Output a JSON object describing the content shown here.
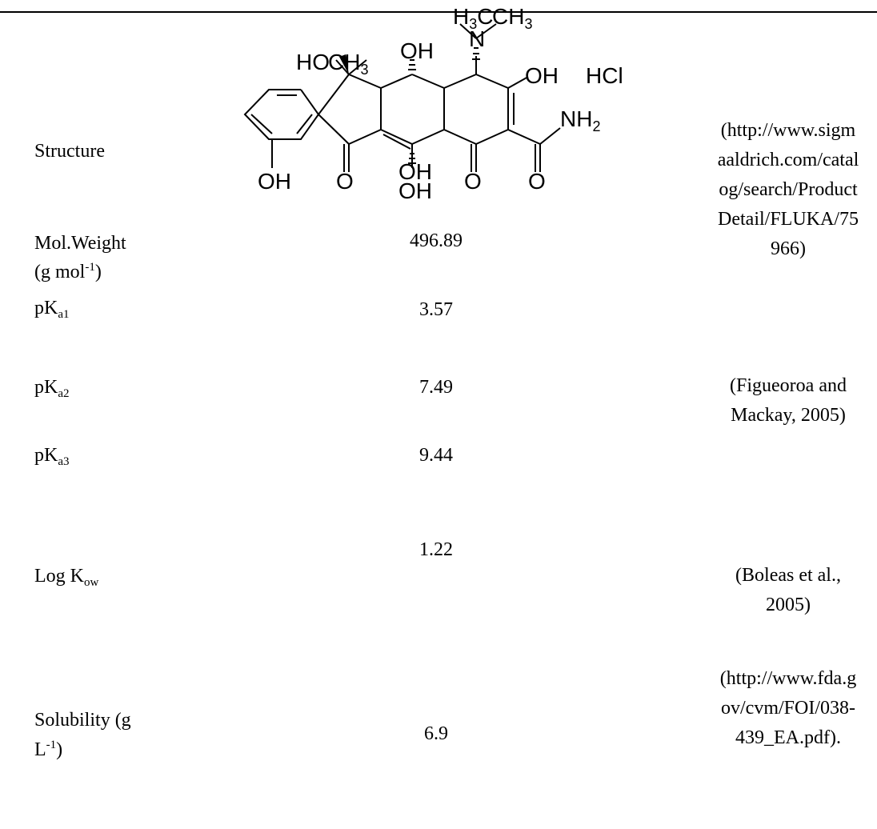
{
  "rows": {
    "structure": {
      "label": "Structure"
    },
    "mol_weight": {
      "label_line1": "Mol.Weight",
      "label_line2_pre": "(g mol",
      "label_line2_sup": "-1",
      "label_line2_post": ")",
      "value": "496.89"
    },
    "pka1": {
      "label_main": "pK",
      "label_sub": "a1",
      "value": "3.57"
    },
    "pka2": {
      "label_main": "pK",
      "label_sub": "a2",
      "value": "7.49"
    },
    "pka3": {
      "label_main": "pK",
      "label_sub": "a3",
      "value": "9.44"
    },
    "log_kow": {
      "label_main": "Log K",
      "label_sub": "ow",
      "value": "1.22"
    },
    "solubility": {
      "label_line1": "Solubility    (g",
      "label_line2_pre": "L",
      "label_line2_sup": "-1",
      "label_line2_post": ")",
      "value": "6.9"
    }
  },
  "structure_labels": {
    "h3c": "H",
    "h3c_sub": "3",
    "h3c_c": "C",
    "ch3_top": "CH",
    "ch3_top_sub": "3",
    "n": "N",
    "ho": "HO",
    "ch3_mid": "CH",
    "ch3_mid_sub": "3",
    "oh_top": "OH",
    "oh_right": "OH",
    "hcl": "HCl",
    "nh2": "NH",
    "nh2_sub": "2",
    "oh_bottom_left": "OH",
    "o_1": "O",
    "oh_inner": "OH",
    "oh_bottom": "OH",
    "o_2": "O",
    "o_3": "O"
  },
  "references": {
    "sigma": [
      "(http://www.sigm",
      "aaldrich.com/catal",
      "og/search/Product",
      "Detail/FLUKA/75",
      "966)"
    ],
    "figueroa": [
      "(Figueoroa and",
      "Mackay, 2005)"
    ],
    "boleas": [
      "(Boleas et al.,",
      "2005)"
    ],
    "fda": [
      "(http://www.fda.g",
      "ov/cvm/FOI/038-",
      "439_EA.pdf)."
    ]
  }
}
